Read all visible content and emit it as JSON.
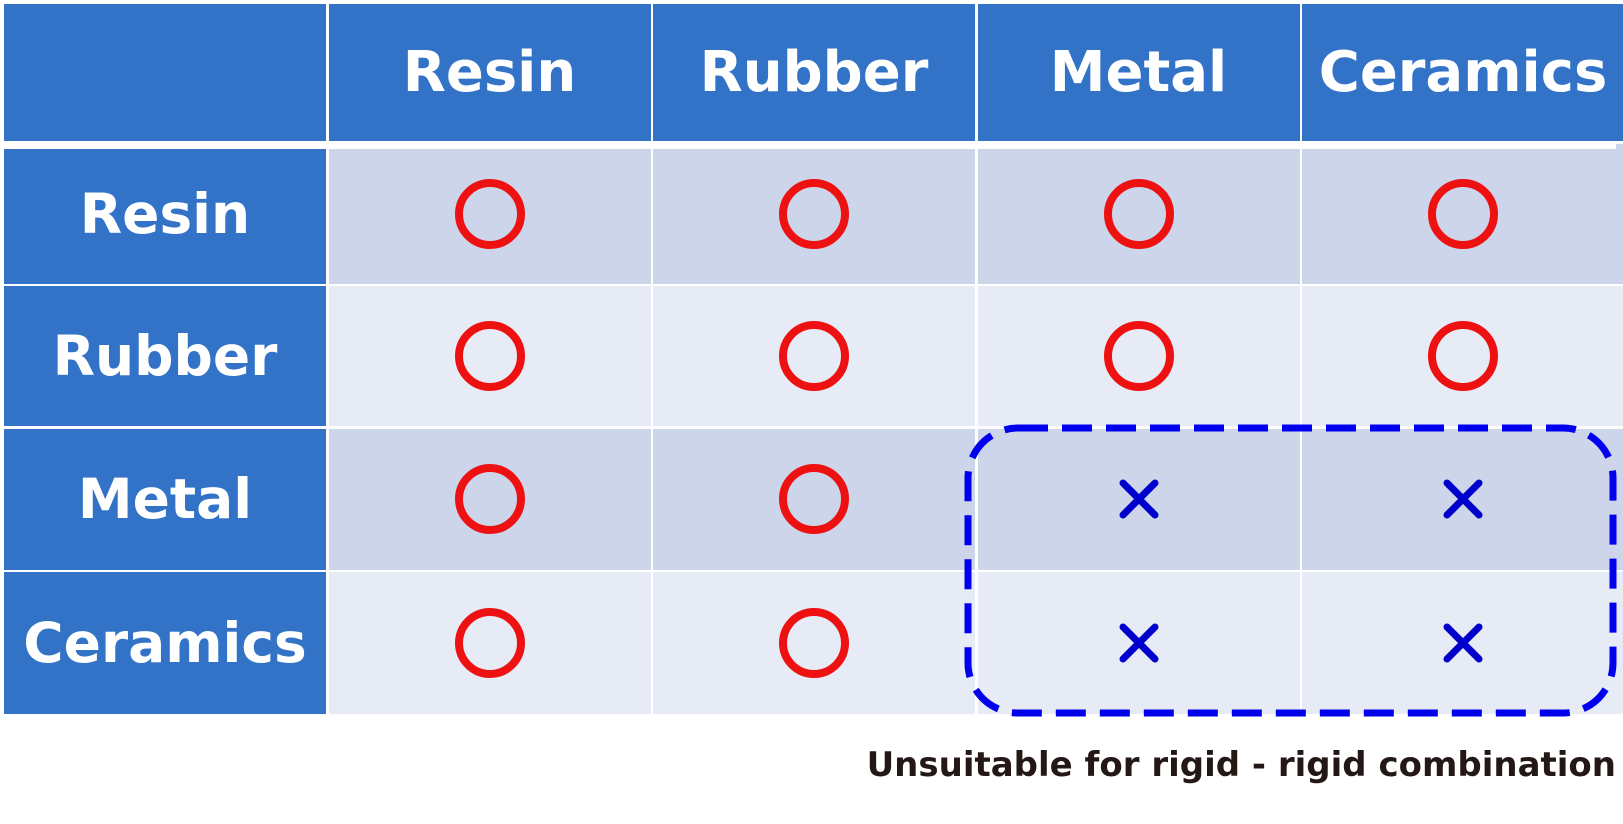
{
  "chart_data": {
    "type": "table",
    "columns": [
      "Resin",
      "Rubber",
      "Metal",
      "Ceramics"
    ],
    "rows": [
      {
        "label": "Resin",
        "values": [
          "○",
          "○",
          "○",
          "○"
        ]
      },
      {
        "label": "Rubber",
        "values": [
          "○",
          "○",
          "○",
          "○"
        ]
      },
      {
        "label": "Metal",
        "values": [
          "○",
          "○",
          "×",
          "×"
        ]
      },
      {
        "label": "Ceramics",
        "values": [
          "○",
          "○",
          "×",
          "×"
        ]
      }
    ],
    "highlight": {
      "rows": [
        "Metal",
        "Ceramics"
      ],
      "columns": [
        "Metal",
        "Ceramics"
      ],
      "style": "dashed-rounded-outline",
      "color": "#0000ee"
    },
    "annotation": "Unsuitable for rigid - rigid combination"
  },
  "colors": {
    "header": "#3273c8",
    "row_dark": "#cdd5ea",
    "row_light": "#e7ebf6",
    "suitable_mark": "#ee1111",
    "unsuitable_mark": "#0000cc",
    "caption_text": "#231815"
  },
  "icons": {
    "suitable": "circle-icon",
    "unsuitable": "cross-icon"
  }
}
